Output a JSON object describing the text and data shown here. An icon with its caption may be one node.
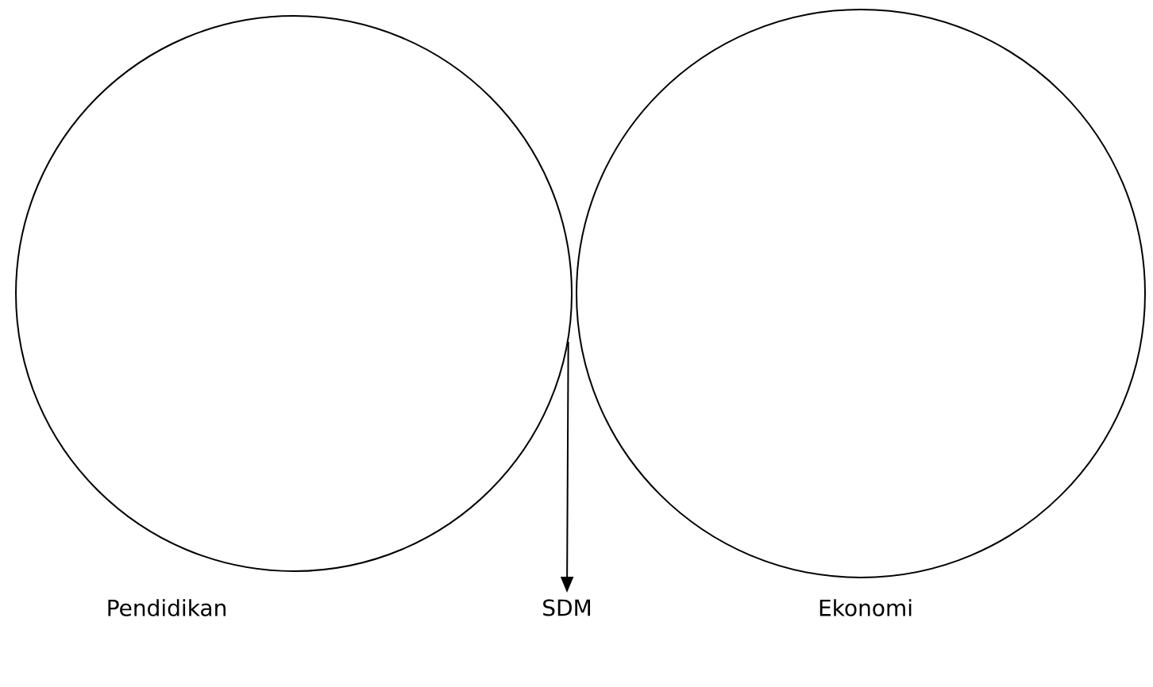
{
  "diagram": {
    "nodes": [
      {
        "text": [],
        "shape": "circle",
        "beside": [
          "Pendidikan"
        ]
      },
      {
        "text": [],
        "shape": "circle",
        "beside": [
          "Ekonomi"
        ]
      },
      {
        "text": [
          "SDM"
        ]
      }
    ],
    "edges": [
      {
        "from": 0,
        "to": 2,
        "arrow": "to"
      }
    ]
  }
}
